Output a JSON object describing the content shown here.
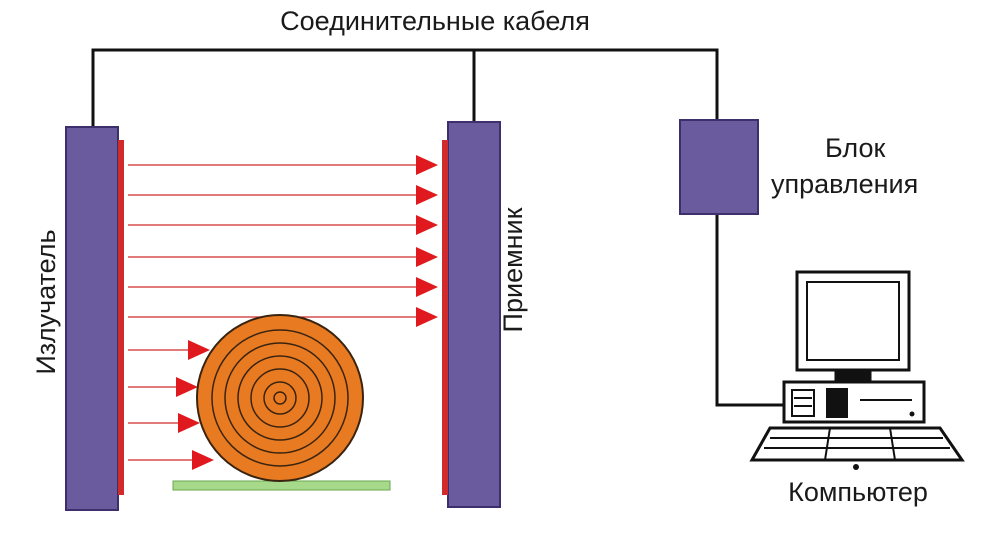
{
  "labels": {
    "cables": "Соединительные кабеля",
    "emitter": "Излучатель",
    "receiver": "Приемник",
    "control_unit_line1": "Блок",
    "control_unit_line2": "управления",
    "computer": "Компьютер"
  },
  "colors": {
    "panel": "#6a5a9e",
    "panel_stroke": "#3d2f6b",
    "beam": "#d12a2a",
    "arrow": "#e0191e",
    "log": "#e87a22",
    "log_rings": "#3a2410",
    "conveyor": "#a6d98a",
    "wire": "#111111"
  },
  "icons": {
    "computer": "desktop-computer-icon"
  }
}
